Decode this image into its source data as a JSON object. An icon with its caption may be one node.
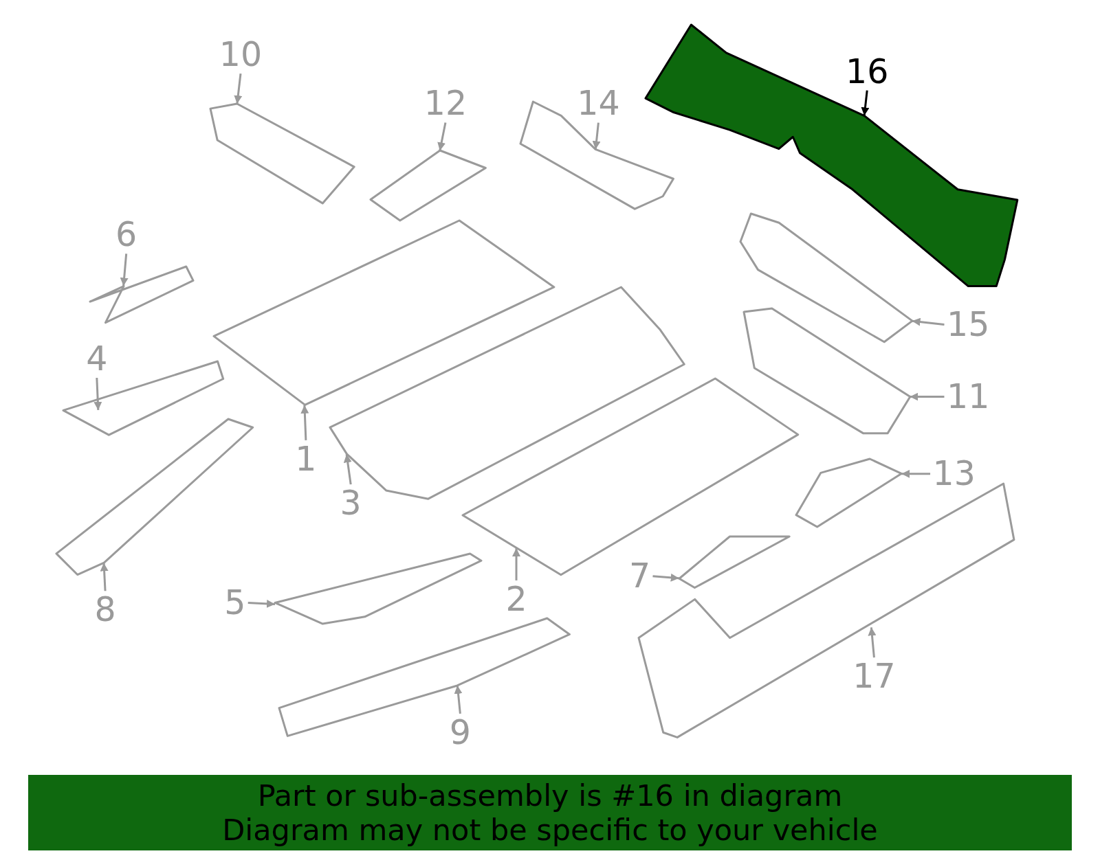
{
  "diagram": {
    "nodes": [
      {
        "text": [
          "1"
        ]
      },
      {
        "text": [
          "2"
        ]
      },
      {
        "text": [
          "3"
        ]
      },
      {
        "text": [
          "4"
        ]
      },
      {
        "text": [
          "5"
        ]
      },
      {
        "text": [
          "6"
        ]
      },
      {
        "text": [
          "7"
        ]
      },
      {
        "text": [
          "8"
        ]
      },
      {
        "text": [
          "9"
        ]
      },
      {
        "text": [
          "10"
        ]
      },
      {
        "text": [
          "11"
        ]
      },
      {
        "text": [
          "12"
        ]
      },
      {
        "text": [
          "13"
        ]
      },
      {
        "text": [
          "14"
        ]
      },
      {
        "text": [
          "15"
        ]
      },
      {
        "text": [
          "16"
        ]
      },
      {
        "text": [
          "17"
        ]
      },
      {
        "text": [],
        "shape": "picture"
      },
      {
        "text": [],
        "shape": "picture"
      },
      {
        "text": [],
        "shape": "picture"
      },
      {
        "text": [],
        "shape": "picture"
      },
      {
        "text": [],
        "shape": "picture"
      },
      {
        "text": [],
        "shape": "picture"
      },
      {
        "text": [],
        "shape": "picture"
      },
      {
        "text": [],
        "shape": "picture"
      },
      {
        "text": [],
        "shape": "picture"
      },
      {
        "text": [],
        "shape": "picture"
      },
      {
        "text": [],
        "shape": "picture"
      },
      {
        "text": [],
        "shape": "picture"
      },
      {
        "text": [],
        "shape": "picture"
      },
      {
        "text": [],
        "shape": "picture"
      },
      {
        "text": [],
        "shape": "picture"
      },
      {
        "text": [],
        "shape": "picture"
      },
      {
        "text": [],
        "shape": "picture"
      },
      {
        "text": [
          "Part or sub-assembly is #16 in diagram",
          "Diagram may not be specific to your vehicle"
        ]
      }
    ],
    "edges": [
      {
        "from": 0,
        "to": 17,
        "arrow": "to"
      },
      {
        "from": 1,
        "to": 18,
        "arrow": "to"
      },
      {
        "from": 2,
        "to": 19,
        "arrow": "to"
      },
      {
        "from": 3,
        "to": 20,
        "arrow": "to"
      },
      {
        "from": 4,
        "to": 21,
        "arrow": "to"
      },
      {
        "from": 5,
        "to": 22,
        "arrow": "to"
      },
      {
        "from": 6,
        "to": 23,
        "arrow": "to"
      },
      {
        "from": 7,
        "to": 24,
        "arrow": "to"
      },
      {
        "from": 8,
        "to": 25,
        "arrow": "to"
      },
      {
        "from": 9,
        "to": 26,
        "arrow": "to"
      },
      {
        "from": 10,
        "to": 27,
        "arrow": "to"
      },
      {
        "from": 11,
        "to": 28,
        "arrow": "to"
      },
      {
        "from": 12,
        "to": 29,
        "arrow": "to"
      },
      {
        "from": 13,
        "to": 30,
        "arrow": "to"
      },
      {
        "from": 14,
        "to": 31,
        "arrow": "to"
      },
      {
        "from": 15,
        "to": 32,
        "arrow": "to",
        "color": "#000000"
      },
      {
        "from": 16,
        "to": 33,
        "arrow": "to"
      }
    ]
  }
}
